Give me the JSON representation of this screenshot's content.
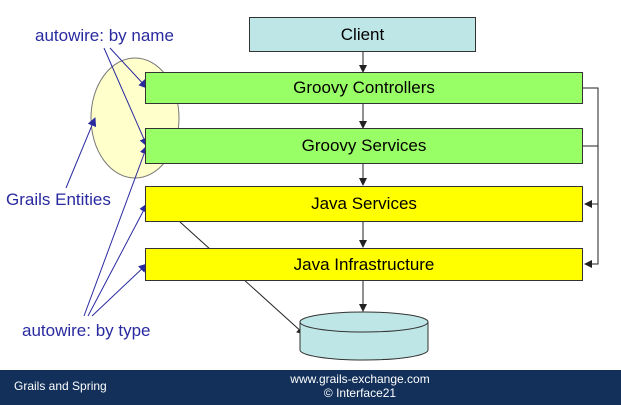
{
  "colors": {
    "client_fill": "#bfe6e6",
    "groovy_fill": "#99ff66",
    "java_fill": "#ffff00",
    "entities_fill": "#ffffcc",
    "annotation_text": "#2a2aa0",
    "footer_bg": "#12305a"
  },
  "layers": {
    "client": "Client",
    "groovy_controllers": "Groovy Controllers",
    "groovy_services": "Groovy Services",
    "java_services": "Java Services",
    "java_infrastructure": "Java Infrastructure"
  },
  "annotations": {
    "autowire_by_name": "autowire: by name",
    "grails_entities": "Grails Entities",
    "autowire_by_type": "autowire: by type"
  },
  "footer": {
    "title": "Grails and Spring",
    "url": "www.grails-exchange.com",
    "copyright": "© Interface21"
  }
}
